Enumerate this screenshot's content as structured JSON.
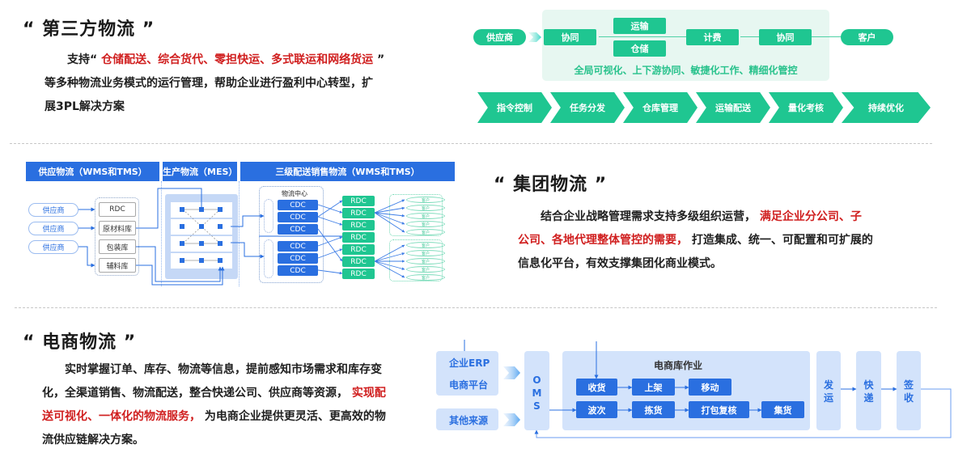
{
  "sections": {
    "third_party": {
      "title": "“ 第三方物流 ”",
      "para": {
        "lead": "支持“ ",
        "highlight": "仓储配送、综合货代、零担快运、多式联运和网络货运",
        "tail_quote": " ”",
        "line2": "等多种物流业务模式的运行管理，帮助企业进行盈利中心转型，扩",
        "line3": "展3PL解决方案"
      }
    },
    "group": {
      "title": "“ 集团物流 ”",
      "para": {
        "lead": "结合企业战略管理需求支持多级组织运营，",
        "highlight1": " 满足企业分公司、子",
        "highlight2": "公司、各地代理整体管控的需要，",
        "tail": " 打造集成、统一、可配置和可扩展的",
        "line3": "信息化平台，有效支撑集团化商业模式。"
      }
    },
    "ecommerce": {
      "title": "“ 电商物流 ”",
      "para": {
        "line1": "实时掌握订单、库存、物流等信息，提前感知市场需求和库存变",
        "line2_lead": "化，全渠道销售、物流配送，整合快递公司、供应商等资源，",
        "line2_highlight": " 实现配",
        "line3_highlight": "送可视化、一体化的物流服务，",
        "line3_tail": " 为电商企业提供更灵活、更高效的物",
        "line4": "流供应链解决方案。"
      }
    }
  },
  "third_party_diagram": {
    "supplier": "供应商",
    "nodes": [
      "协同",
      "运输",
      "仓储",
      "计费",
      "协同"
    ],
    "customer": "客户",
    "caption": "全局可视化、上下游协同、敏捷化工作、精细化管控",
    "steps": [
      "指令控制",
      "任务分发",
      "仓库管理",
      "运输配送",
      "量化考核",
      "持续优化"
    ]
  },
  "group_diagram": {
    "headers": [
      "供应物流（WMS和TMS）",
      "生产物流（MES）",
      "三级配送销售物流（WMS和TMS）"
    ],
    "suppliers": [
      "供应商",
      "供应商",
      "供应商"
    ],
    "warehouses": [
      "RDC",
      "原材料库",
      "包装库",
      "辅料库"
    ],
    "dc_title": "物流中心",
    "cdcs": [
      "CDC",
      "CDC",
      "CDC",
      "CDC",
      "CDC",
      "CDC"
    ],
    "rdcs": [
      "RDC",
      "RDC",
      "RDC",
      "RDC",
      "RDC",
      "RDC",
      "RDC"
    ],
    "customers": [
      "客户",
      "客户",
      "客户",
      "客户",
      "客户",
      "客户",
      "客户",
      "客户",
      "客户",
      "客户"
    ]
  },
  "ecommerce_diagram": {
    "sources": [
      "企业ERP",
      "电商平台",
      "其他来源"
    ],
    "oms": "O\nM\nS",
    "warehouse_title": "电商库作业",
    "row1": [
      "收货",
      "上架",
      "移动"
    ],
    "row2": [
      "波次",
      "拣货",
      "打包复核",
      "集货"
    ],
    "stages": [
      "发\n运",
      "快\n递",
      "签\n收"
    ]
  },
  "colors": {
    "green": "#1fc691",
    "blue": "#2a6fe0",
    "light_blue": "#d3e3fb",
    "highlight_red": "#d01f1f"
  }
}
